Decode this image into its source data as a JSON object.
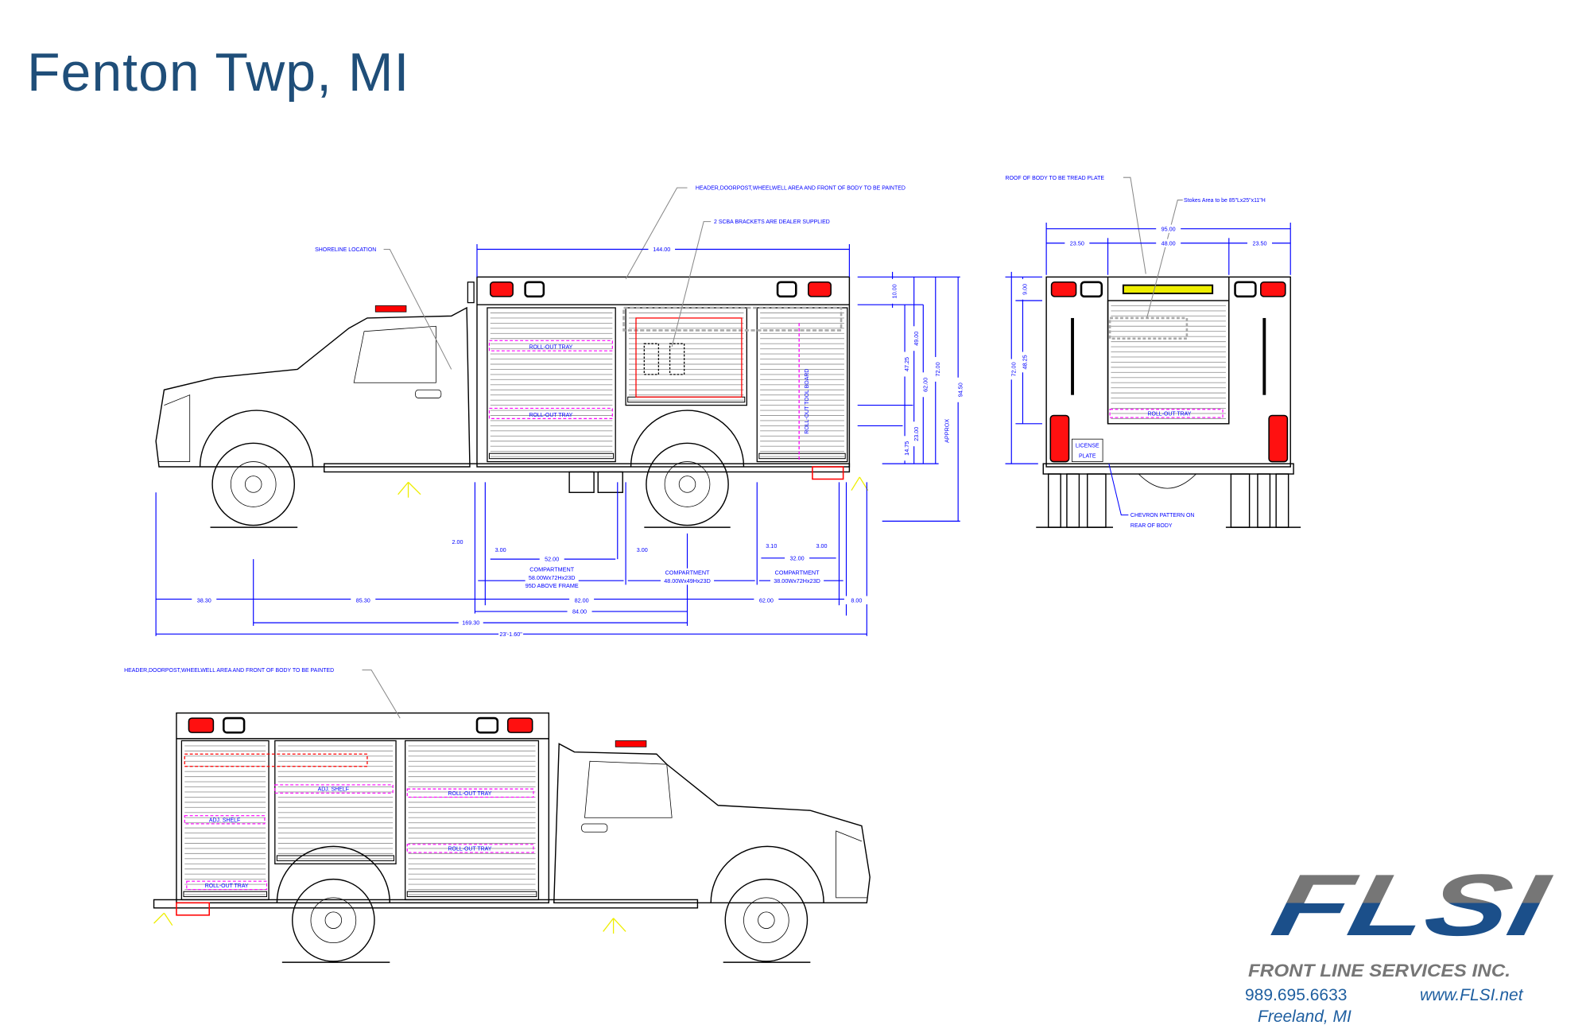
{
  "title": "Fenton Twp, MI",
  "side_view": {
    "notes": {
      "painted": "HEADER,DOORPOST,WHEELWELL AREA AND FRONT OF BODY TO BE PAINTED",
      "scba": "2 SCBA BRACKETS ARE DEALER SUPPLIED",
      "shoreline": "SHORELINE LOCATION"
    },
    "labels": {
      "tray_upper": "ROLL-OUT TRAY",
      "tray_lower": "ROLL-OUT TRAY",
      "tool_board": "ROLL-OUT TOOL BOARD"
    },
    "dims": {
      "body_length": "144.00",
      "header_h": "10.00",
      "d47": "47.25",
      "d49": "49.00",
      "d62": "62.00",
      "d72": "72.00",
      "approx": "APPROX",
      "overall_h": "94.50",
      "d14": "14.75",
      "d23": "23.00",
      "d2": "2.00",
      "gap1": "3.00",
      "comp1_w": "52.00",
      "gap2": "3.00",
      "gap3": "3.10",
      "gap4": "3.00",
      "comp3_w": "32.00",
      "front_overhang": "38.30",
      "cab_to_body": "85.30",
      "d82": "82.00",
      "d62b": "62.00",
      "rear_overhang": "8.00",
      "d84": "84.00",
      "wheelbase": "169.30",
      "overall_length": "23'-1.60\""
    },
    "compartments": [
      {
        "title": "COMPARTMENT",
        "size": "58.00Wx72Hx23D",
        "extra": "95D ABOVE FRAME"
      },
      {
        "title": "COMPARTMENT",
        "size": "48.00Wx49Hx23D"
      },
      {
        "title": "COMPARTMENT",
        "size": "38.00Wx72Hx23D"
      }
    ]
  },
  "rear_view": {
    "notes": {
      "roof": "ROOF OF BODY TO BE TREAD PLATE",
      "stokes": "Stokes Area to be 85\"Lx25\"x11\"H",
      "chevron_1": "CHEVRON PATTERN ON",
      "chevron_2": "REAR OF BODY"
    },
    "dims": {
      "width": "95.00",
      "left": "23.50",
      "center": "48.00",
      "right": "23.50",
      "top": "9.00",
      "door": "48.25",
      "height": "72.00"
    },
    "labels": {
      "tray": "ROLL-OUT TRAY",
      "plate_1": "LICENSE",
      "plate_2": "PLATE"
    }
  },
  "street_side_view": {
    "notes": {
      "painted": "HEADER,DOORPOST,WHEELWELL AREA AND FRONT OF BODY TO BE PAINTED"
    },
    "labels": {
      "shelf_center": "ADJ. SHELF",
      "shelf_rear": "ADJ. SHELF",
      "tray_front_upper": "ROLL-OUT TRAY",
      "tray_front_lower": "ROLL-OUT TRAY",
      "tray_rear_bottom": "ROLL-OUT TRAY"
    }
  },
  "logo": {
    "mark": "FLSI",
    "company": "FRONT LINE SERVICES INC.",
    "phone": "989.695.6633",
    "website": "www.FLSI.net",
    "location": "Freeland, MI",
    "colors": {
      "blue": "#1b4f8a",
      "gray": "#767676"
    }
  }
}
